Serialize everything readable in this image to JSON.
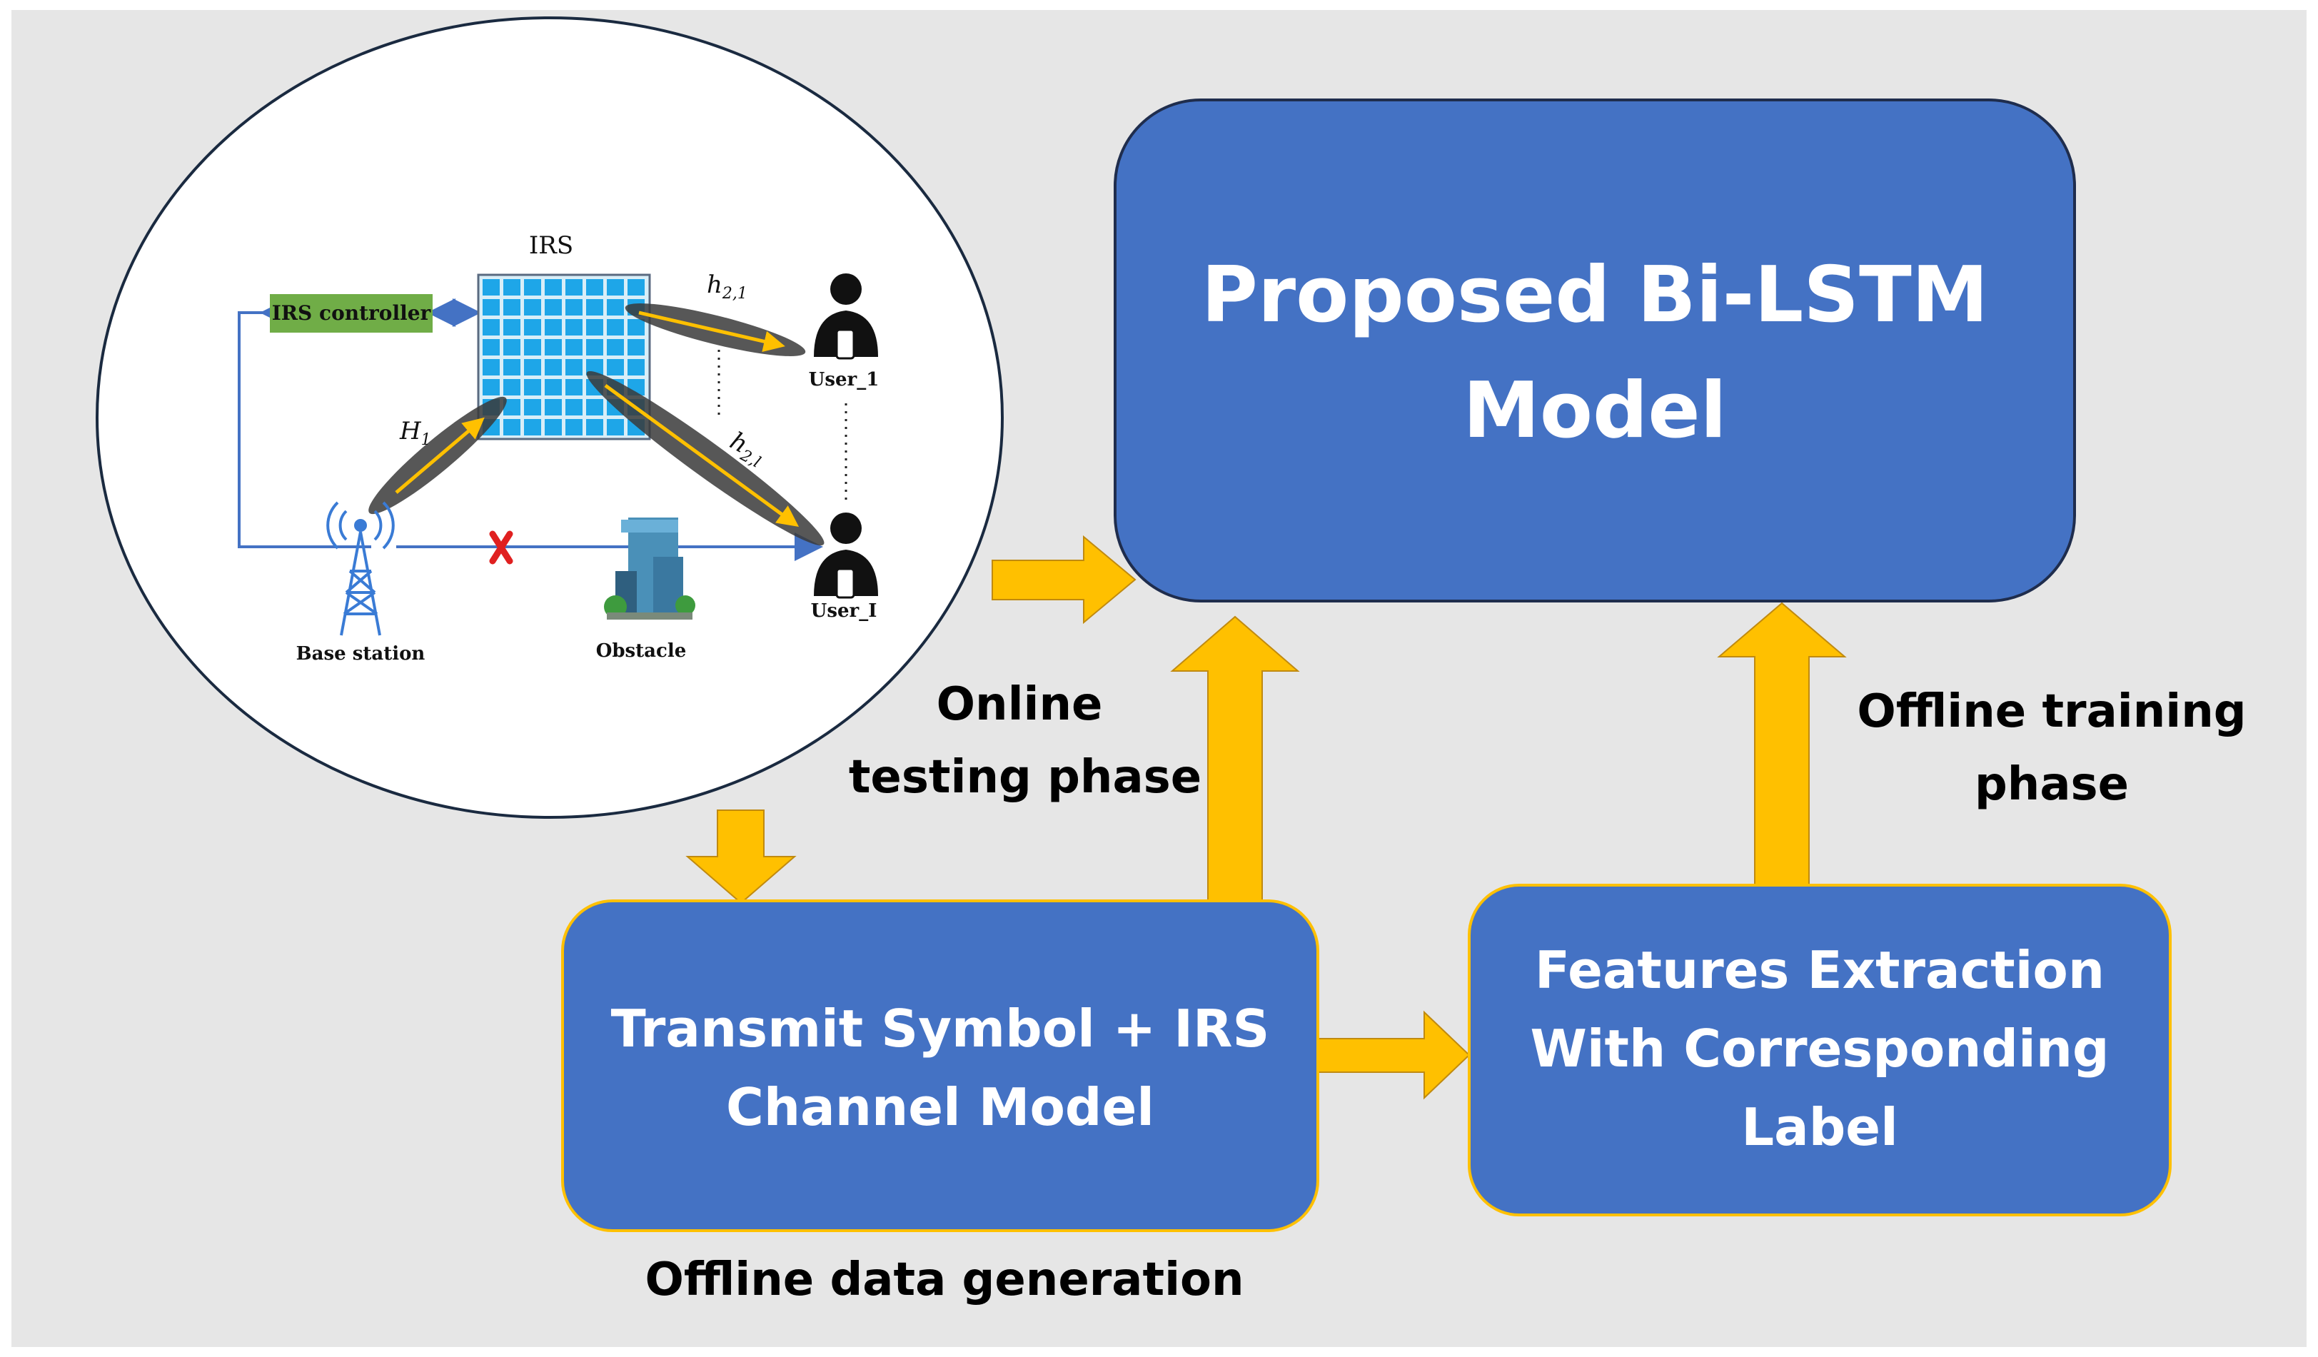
{
  "boxes": {
    "bilstm": {
      "line1": "Proposed Bi-LSTM",
      "line2": "Model"
    },
    "transmit": {
      "line1": "Transmit Symbol + IRS",
      "line2": "Channel Model"
    },
    "features": {
      "line1": "Features Extraction",
      "line2": "With Corresponding",
      "line3": "Label"
    }
  },
  "labels": {
    "online_line1": "Online",
    "online_line2": "testing phase",
    "offline_training_line1": "Offline training",
    "offline_training_line2": "phase",
    "offline_data_generation": "Offline data generation"
  },
  "scene": {
    "irs": "IRS",
    "irs_controller": "IRS controller",
    "base_station": "Base station",
    "obstacle": "Obstacle",
    "user_top": "User_1",
    "user_bottom": "User_I",
    "h1_base": "H",
    "h1_sub": "1",
    "h21_base": "h",
    "h21_sub": "2,1",
    "h2l_base": "h",
    "h2l_sub": "2,l"
  },
  "colors": {
    "panel": "#e6e6e6",
    "box_fill": "#4472c4",
    "box_stroke_dark": "#1f2d4d",
    "box_stroke_gold": "#ffc000",
    "arrow_fill": "#ffc000",
    "irs_controller_fill": "#70ad47",
    "irs_cell": "#1ea6e8",
    "signal_line": "#4472c4"
  }
}
